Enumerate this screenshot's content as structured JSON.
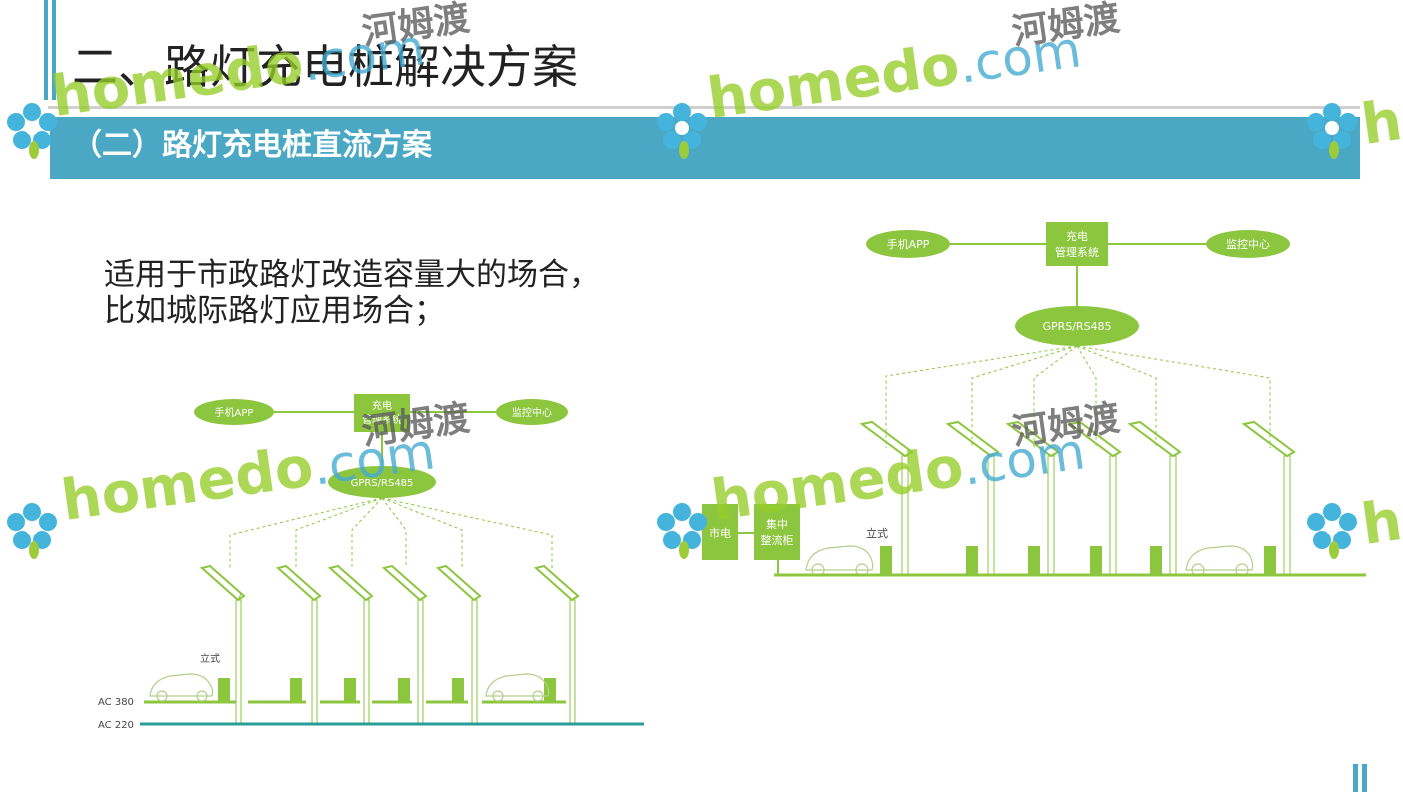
{
  "page": {
    "title": "二、路灯充电桩解决方案",
    "section": "（二）路灯充电桩直流方案",
    "description_line1": "适用于市政路灯改造容量大的场合，",
    "description_line2": "比如城际路灯应用场合；"
  },
  "colors": {
    "accent_blue": "#4aa8c4",
    "diagram_green": "#8cc63f",
    "bus_teal": "#2a9d9a"
  },
  "watermark": {
    "brand": "home",
    "brand_mid": "do",
    "brand_com": ".com",
    "brand_cn": "河姆渡"
  },
  "diagram_left": {
    "app": "手机APP",
    "mgmt_line1": "充电",
    "mgmt_line2": "管理系统",
    "monitor": "监控中心",
    "gprs": "GPRS/RS485",
    "standing": "立式",
    "ac380": "AC 380",
    "ac220": "AC 220"
  },
  "diagram_right": {
    "app": "手机APP",
    "mgmt_line1": "充电",
    "mgmt_line2": "管理系统",
    "monitor": "监控中心",
    "gprs": "GPRS/RS485",
    "grid": "市电",
    "rect_line1": "集中",
    "rect_line2": "整流柜",
    "standing": "立式"
  }
}
